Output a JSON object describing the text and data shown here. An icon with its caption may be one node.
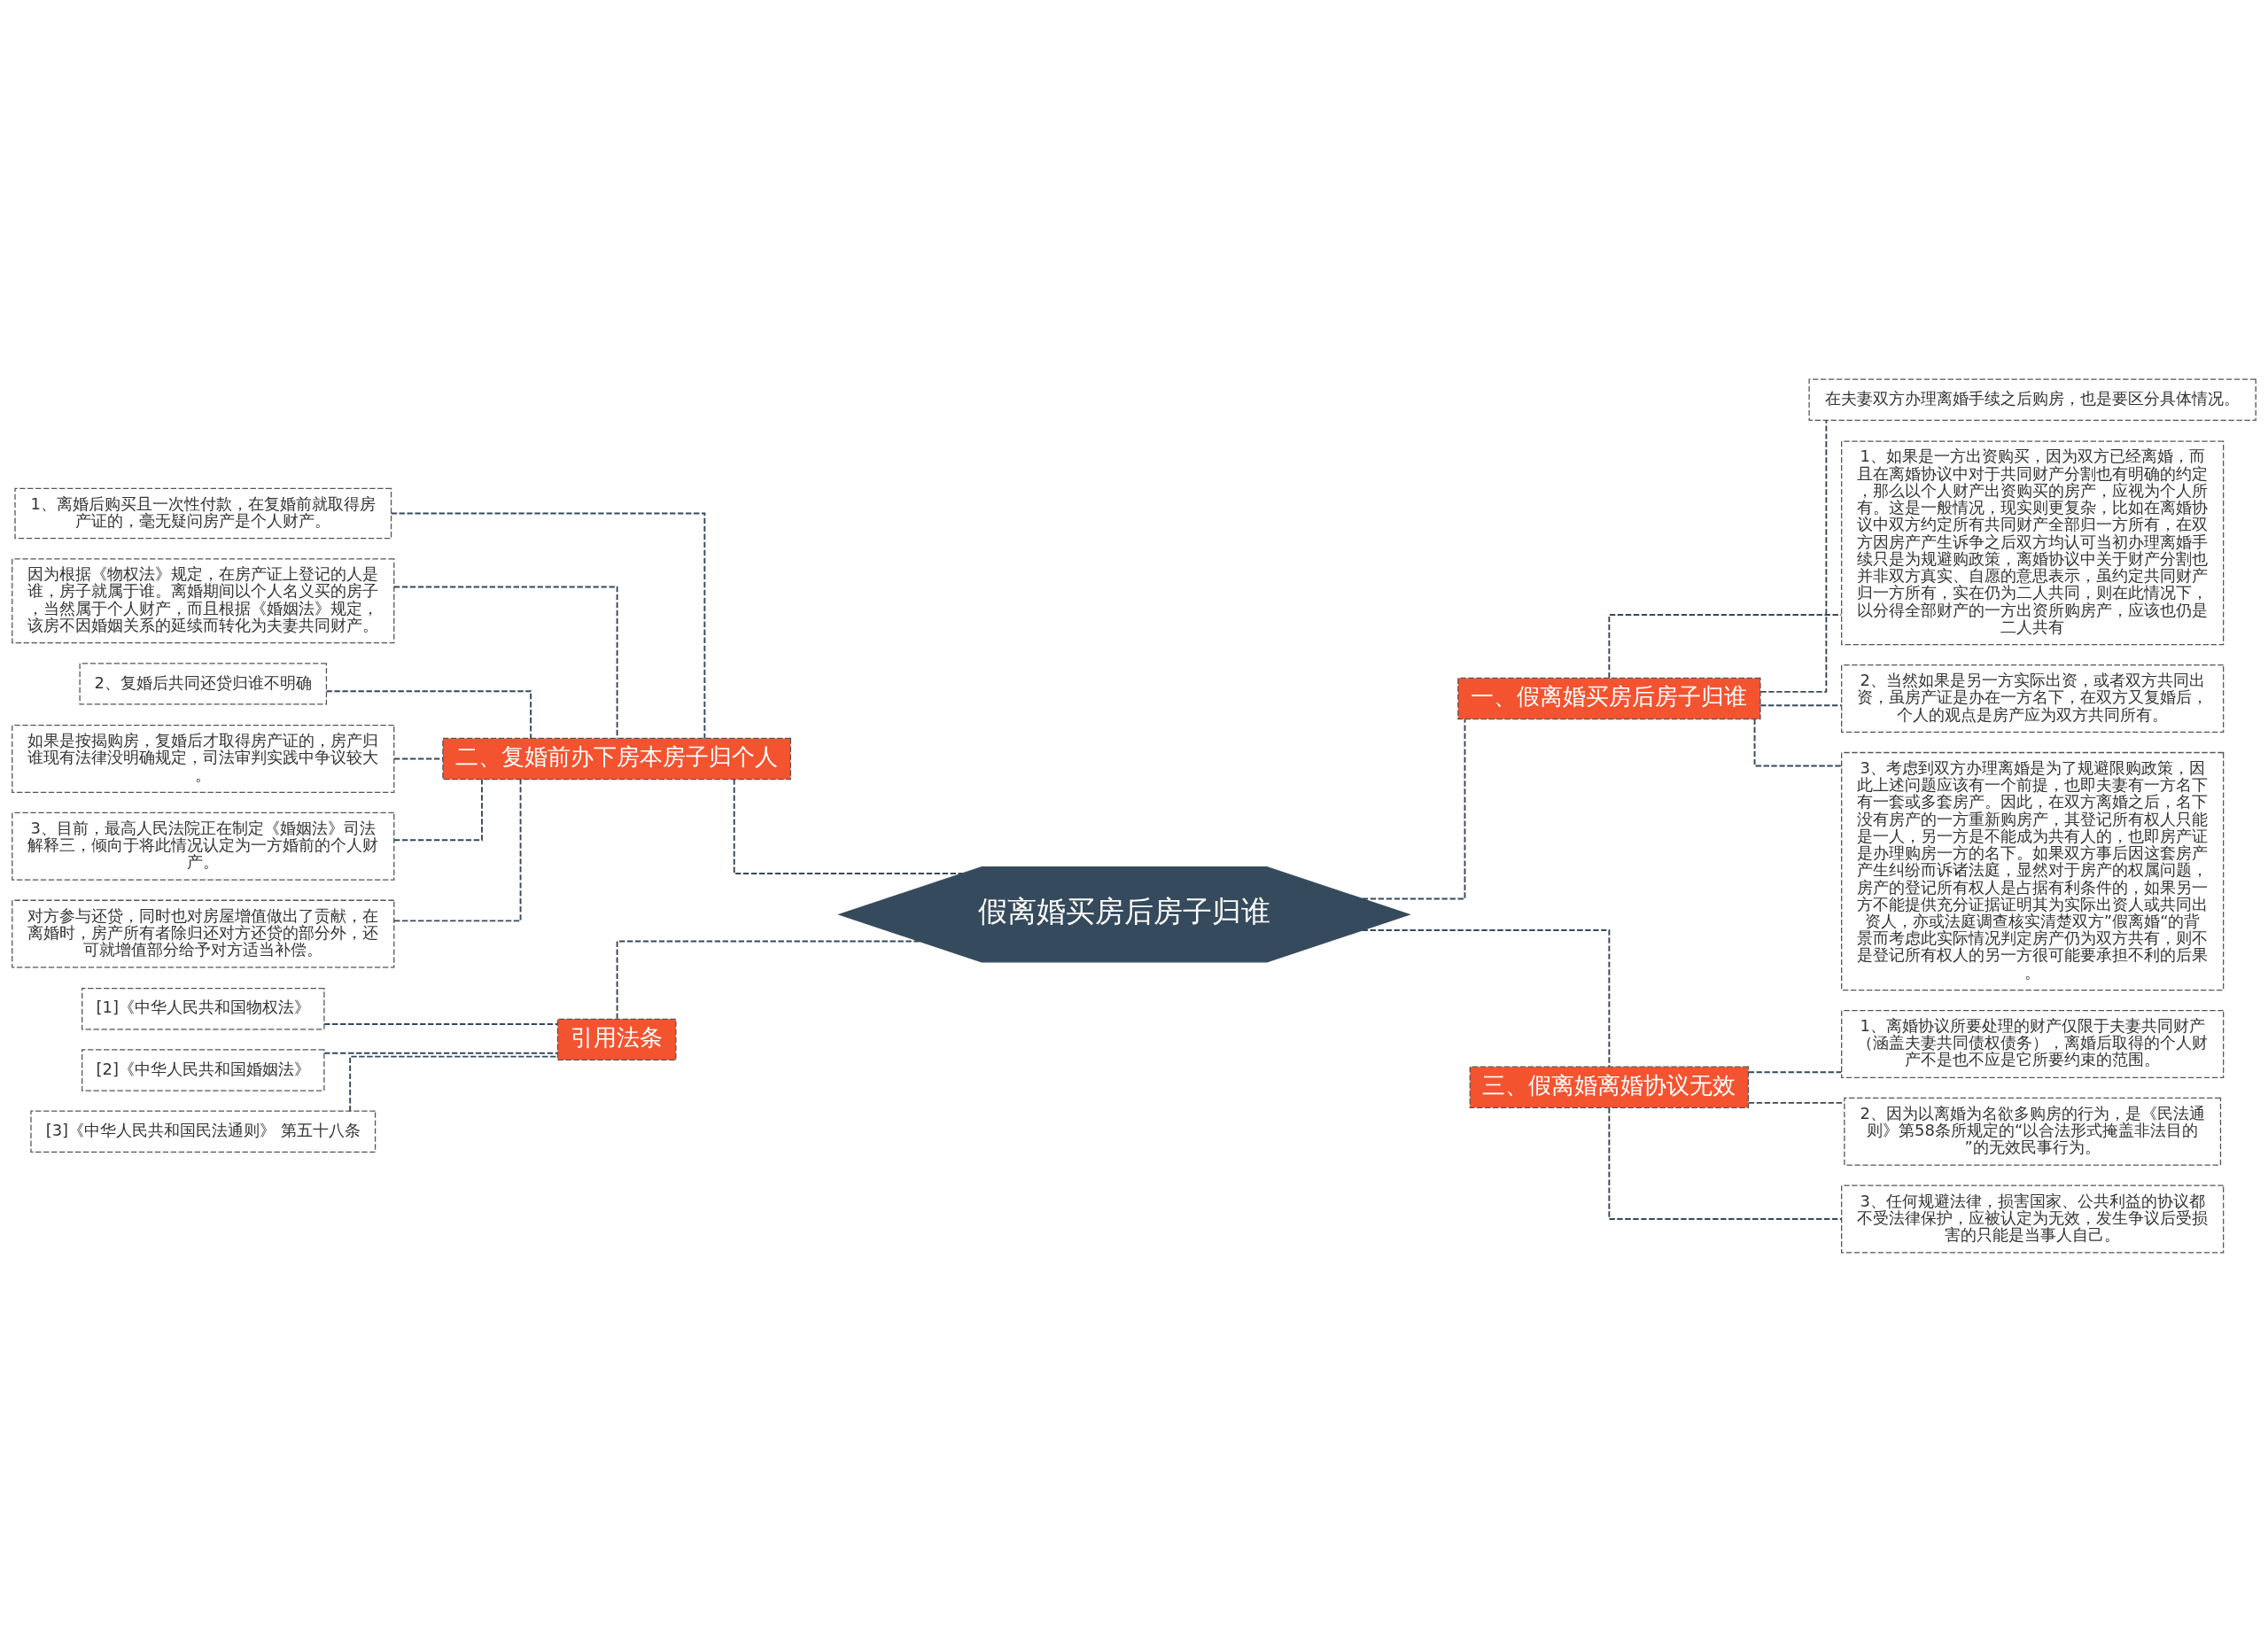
{
  "diagram": {
    "nodes": [
      {
        "text": [
          "假离婚买房后房子归谁"
        ]
      },
      {
        "text": [
          "一、假离婚买房后房子归谁"
        ]
      },
      {
        "text": [
          "在夫妻双方办理离婚手续之后购房，也是要区分具体情况。"
        ]
      },
      {
        "text": [
          "1、如果是一方出资购买，因为双方已经离婚，而且在离婚协议中对于共同财产分割也有明确的约定，那么以个人财产出资购买的房产，应视为个人所有。这是一般情况，现实则更复杂，比如在离婚协议中双方约定所有共同财产全部归一方所有，在双方因房产产生诉争之后双方均认可当初办理离婚手续只是为规避购政策，离婚协议中关于财产分割也并非双方真实、自愿的意思表示，虽约定共同财产归一方所有，实在仍为二人共同，则在此情况下，以分得全部财产的一方出资所购房产，应该也仍是二人共有"
        ]
      },
      {
        "text": [
          "2、当然如果是另一方实际出资，或者双方共同出资，虽房产证是办在一方名下，在双方又复婚后，个人的观点是房产应为双方共同所有。"
        ]
      },
      {
        "text": [
          "3、考虑到双方办理离婚是为了规避限购政策，因此上述问题应该有一个前提，也即夫妻有一方名下有一套或多套房产。因此，在双方离婚之后，名下没有房产的一方重新购房产，其登记所有权人只能是一人，另一方是不能成为共有人的，也即房产证是办理购房一方的名下。如果双方事后因这套房产产生纠纷而诉诸法庭，显然对于房产的权属问题，房产的登记所有权人是占据有利条件的，如果另一方不能提供充分证据证明其为实际出资人或共同出资人，亦或法庭调查核实清楚双方”假离婚“的背景而考虑此实际情况判定房产仍为双方共有，则不是登记所有权人的另一方很可能要承担不利的后果。"
        ]
      },
      {
        "text": [
          "二、复婚前办下房本房子归个人"
        ]
      },
      {
        "text": [
          "1、离婚后购买且一次性付款，在复婚前就取得房产证的，毫无疑问房产是个人财产。"
        ]
      },
      {
        "text": [
          "因为根据《物权法》规定，在房产证上登记的人是谁，房子就属于谁。离婚期间以个人名义买的房子，当然属于个人财产，而且根据《婚姻法》规定，该房不因婚姻关系的延续而转化为夫妻共同财产。"
        ]
      },
      {
        "text": [
          "2、复婚后共同还贷归谁不明确"
        ]
      },
      {
        "text": [
          "如果是按揭购房，复婚后才取得房产证的，房产归谁现有法律没明确规定，司法审判实践中争议较大。"
        ]
      },
      {
        "text": [
          "3、目前，最高人民法院正在制定《婚姻法》司法解释三，倾向于将此情况认定为一方婚前的个人财产。"
        ]
      },
      {
        "text": [
          "对方参与还贷，同时也对房屋增值做出了贡献，在离婚时，房产所有者除归还对方还贷的部分外，还可就增值部分给予对方适当补偿。"
        ]
      },
      {
        "text": [
          "引用法条"
        ]
      },
      {
        "text": [
          "[1]《中华人民共和国物权法》"
        ]
      },
      {
        "text": [
          "[2]《中华人民共和国婚姻法》"
        ]
      },
      {
        "text": [
          "[3]《中华人民共和国民法通则》 第五十八条"
        ]
      },
      {
        "text": [
          "三、假离婚离婚协议无效"
        ]
      },
      {
        "text": [
          "1、离婚协议所要处理的财产仅限于夫妻共同财产（涵盖夫妻共同债权债务），离婚后取得的个人财产不是也不应是它所要约束的范围。"
        ]
      },
      {
        "text": [
          "2、因为以离婚为名欲多购房的行为，是《民法通则》第58条所规定的“以合法形式掩盖非法目的”的无效民事行为。"
        ]
      },
      {
        "text": [
          "3、任何规避法律，损害国家、公共利益的协议都不受法律保护，应被认定为无效，发生争议后受损害的只能是当事人自己。"
        ]
      }
    ],
    "edges": [
      {
        "from": 0,
        "to": 1,
        "arrow": "none",
        "style": "dashed"
      },
      {
        "from": 1,
        "to": 2,
        "arrow": "none",
        "style": "dashed"
      },
      {
        "from": 1,
        "to": 3,
        "arrow": "none",
        "style": "dashed"
      },
      {
        "from": 1,
        "to": 4,
        "arrow": "none",
        "style": "dashed"
      },
      {
        "from": 1,
        "to": 5,
        "arrow": "none",
        "style": "dashed"
      },
      {
        "from": 0,
        "to": 6,
        "arrow": "none",
        "style": "dashed"
      },
      {
        "from": 6,
        "to": 7,
        "arrow": "none",
        "style": "dashed"
      },
      {
        "from": 6,
        "to": 8,
        "arrow": "none",
        "style": "dashed"
      },
      {
        "from": 6,
        "to": 9,
        "arrow": "none",
        "style": "dashed"
      },
      {
        "from": 6,
        "to": 10,
        "arrow": "none",
        "style": "dashed"
      },
      {
        "from": 6,
        "to": 11,
        "arrow": "none",
        "style": "dashed"
      },
      {
        "from": 6,
        "to": 12,
        "arrow": "none",
        "style": "dashed"
      },
      {
        "from": 0,
        "to": 13,
        "arrow": "none",
        "style": "dashed"
      },
      {
        "from": 13,
        "to": 14,
        "arrow": "none",
        "style": "dashed"
      },
      {
        "from": 13,
        "to": 15,
        "arrow": "none",
        "style": "dashed"
      },
      {
        "from": 13,
        "to": 16,
        "arrow": "none",
        "style": "dashed"
      },
      {
        "from": 0,
        "to": 17,
        "arrow": "none",
        "style": "dashed"
      },
      {
        "from": 17,
        "to": 18,
        "arrow": "none",
        "style": "dashed"
      },
      {
        "from": 17,
        "to": 19,
        "arrow": "none",
        "style": "dashed"
      },
      {
        "from": 17,
        "to": 20,
        "arrow": "none",
        "style": "dashed"
      }
    ]
  }
}
